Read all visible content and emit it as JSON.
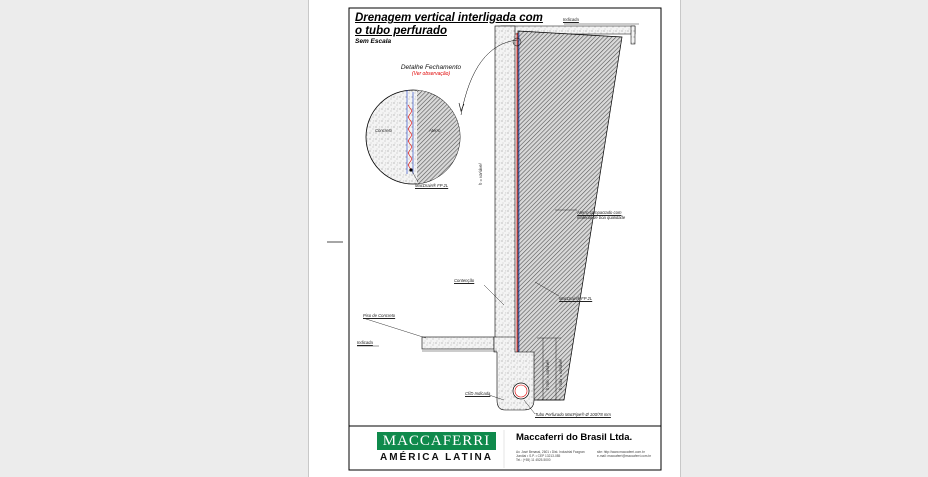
{
  "drawing": {
    "title_line1": "Drenagem vertical interligada com",
    "title_line2": "o tubo perfurado",
    "scale": "Sem Escala"
  },
  "detail": {
    "title": "Detalhe Fechamento",
    "note": "(Ver observação)",
    "label_concrete": "Concreto",
    "label_fill": "Aterro",
    "label_product": "MacDrain® FP 2L"
  },
  "labels": {
    "indicada_top": "Indicada",
    "indicada_left": "Indicada",
    "variavel": "h = variável",
    "aterro_line1": "Aterro compactado com",
    "aterro_line2": "material de boa qualidade",
    "contencao": "Contenção",
    "macdrain": "MacDrain® FP 2L",
    "piso": "Piso de Concreto",
    "dim1": "h mín = variável",
    "dim2": "h máx = variável",
    "cd_indicada": "Cf/D Indicada",
    "tubo": "Tubo Perfurado MacPipe® Ø 100/78 mm"
  },
  "footer": {
    "logo_main": "MACCAFERRI",
    "logo_sub": "AMÉRICA LATINA",
    "company": "Maccaferri do Brasil Ltda.",
    "address_line1": "Av. José Benassi, 2601 • Dist. Industrial Fazgran",
    "address_line2": "Jundiaí • S.P. • CEP 13213-085",
    "address_line3": "Tel.: (+55) 11 4525-5000",
    "contact_line1": "site: http://www.maccaferri.com.br",
    "contact_line2": "e-mail: maccaferri@maccaferri.com.br"
  },
  "colors": {
    "logo_green": "#0f8a4c",
    "drain_red": "#e00000",
    "hatch": "#555555"
  }
}
